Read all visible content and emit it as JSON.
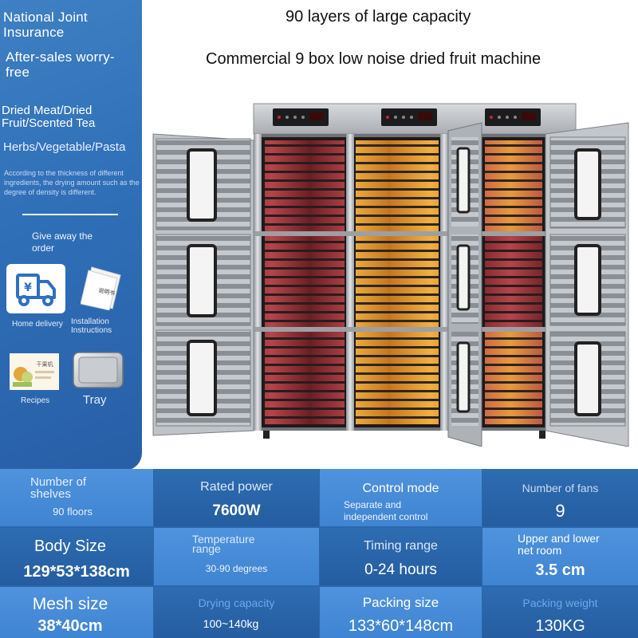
{
  "left_panel": {
    "insurance": "National Joint Insurance",
    "after_sales": "After-sales worry-free",
    "uses_line1": "Dried Meat/Dried Fruit/Scented Tea",
    "uses_line2": "Herbs/Vegetable/Pasta",
    "note": "According to the thickness of different ingredients, the drying amount such as the degree of density is different.",
    "give_away": "Give away the order",
    "gifts": [
      {
        "label": "Home delivery",
        "icon": "delivery-truck-icon",
        "glyph": "¥"
      },
      {
        "label": "Installation Instructions",
        "icon": "manual-icon",
        "glyph": "说明书"
      },
      {
        "label": "Recipes",
        "icon": "recipe-book-icon",
        "glyph": "干果机"
      },
      {
        "label": "Tray",
        "icon": "tray-icon"
      }
    ]
  },
  "header": {
    "capacity": "90 layers of large capacity",
    "product": "Commercial 9 box low noise dried fruit machine"
  },
  "specs": [
    {
      "label": "Number of shelves",
      "value": "90 floors"
    },
    {
      "label": "Rated power",
      "value": "7600W"
    },
    {
      "label": "Control mode",
      "value": "Separate and independent control"
    },
    {
      "label": "Number of fans",
      "value": "9"
    },
    {
      "label": "Body Size",
      "value": "129*53*138cm"
    },
    {
      "label": "Temperature range",
      "value": "30-90 degrees"
    },
    {
      "label": "Timing range",
      "value": "0-24 hours"
    },
    {
      "label": "Upper and lower net room",
      "value": "3.5 cm"
    },
    {
      "label": "Mesh size",
      "value": "38*40cm"
    },
    {
      "label": "Drying capacity",
      "value": "100~140kg"
    },
    {
      "label": "Packing size",
      "value": "133*60*148cm"
    },
    {
      "label": "Packing weight",
      "value": "130KG"
    }
  ],
  "colors": {
    "panel_blue": "#2f6fb8",
    "cell_light": "#4791dc",
    "cell_dark": "#2a64aa",
    "steel": "#b9bcc0",
    "food_orange": "#d98a2b",
    "food_red": "#8b2b2f"
  }
}
